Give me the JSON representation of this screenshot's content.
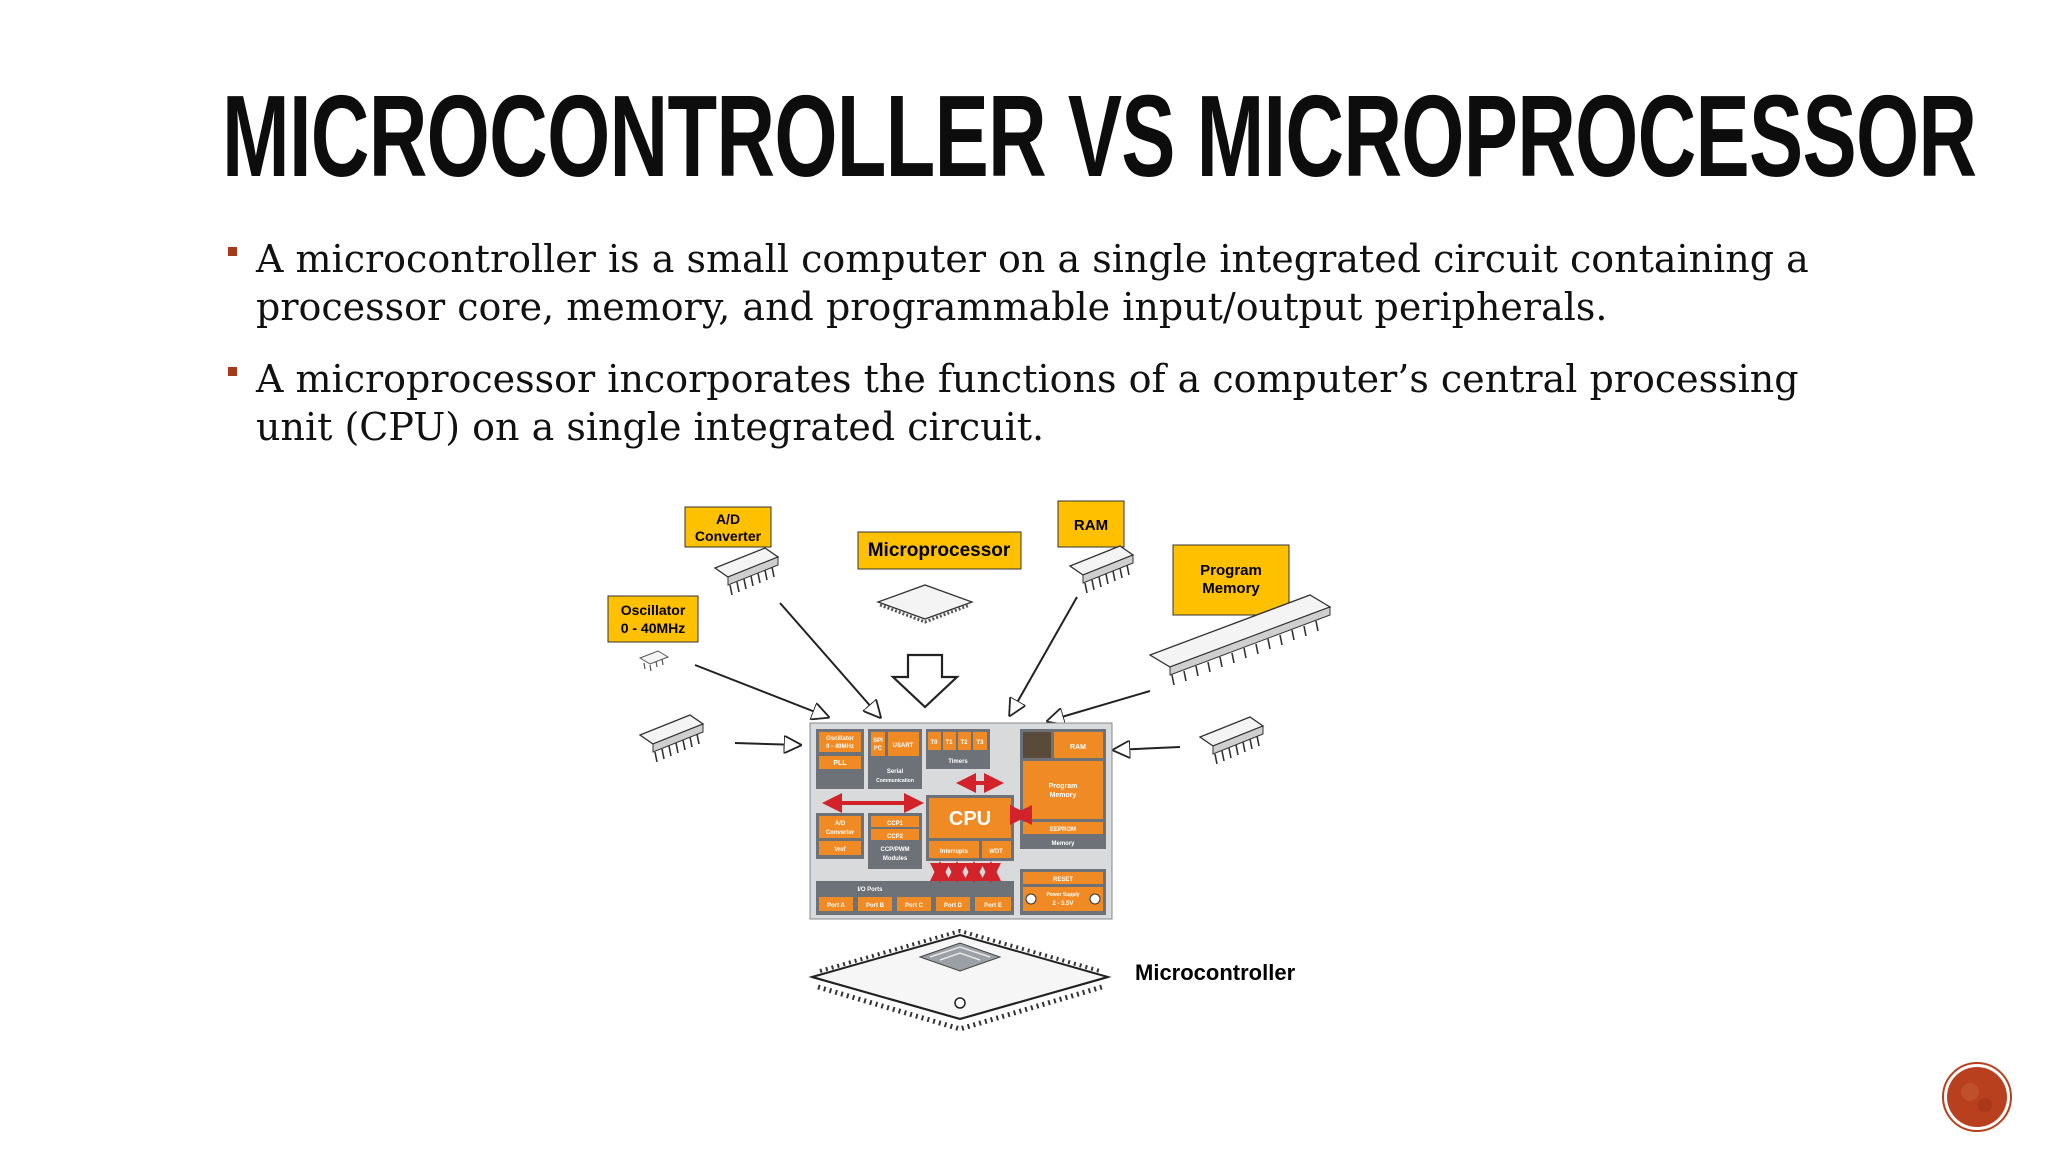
{
  "slide": {
    "title": "Microcontroller vs Microprocessor",
    "bullets": [
      "A microcontroller is a small computer on a single integrated circuit containing a processor core, memory, and programmable input/output peripherals.",
      "A microprocessor incorporates the functions of a computer’s central processing unit (CPU) on a single integrated circuit."
    ]
  },
  "diagram": {
    "labels": {
      "ad_converter": [
        "A/D",
        "Converter"
      ],
      "microprocessor": "Microprocessor",
      "ram": "RAM",
      "program_memory": [
        "Program",
        "Memory"
      ],
      "oscillator": [
        "Oscillator",
        "0 - 40MHz"
      ],
      "microcontroller": "Microcontroller"
    },
    "board": {
      "oscillator": [
        "Oscillator",
        "0 - 40MHz"
      ],
      "pll": "PLL",
      "spi": [
        "SPI",
        "I²C"
      ],
      "usart": "USART",
      "serial": [
        "Serial",
        "Communication"
      ],
      "timers_cells": [
        "T0",
        "T1",
        "T2",
        "T3"
      ],
      "timers": "Timers",
      "ram": "RAM",
      "ad": [
        "A/D",
        "Converter"
      ],
      "vref": "Vref",
      "ccp1": "CCP1",
      "ccp2": "CCP2",
      "ccp_pwm": [
        "CCP/PWM",
        "Modules"
      ],
      "cpu": "CPU",
      "interrupts": "Interrupts",
      "wdt": "WDT",
      "program_memory": [
        "Program",
        "Memory"
      ],
      "eeprom": "EEPROM",
      "memory": "Memory",
      "io_ports": "I/O Ports",
      "ports": [
        "Port A",
        "Port B",
        "Port C",
        "Port D",
        "Port E"
      ],
      "reset": "RESET",
      "power_supply": [
        "Power Supply",
        "2 - 5.5V"
      ]
    },
    "colors": {
      "label_fill": "#ffc000",
      "board_orange": "#f08a24",
      "board_gray": "#6d7278",
      "arrow_red": "#d2232a"
    }
  },
  "badge": {
    "color": "#b8401e"
  }
}
